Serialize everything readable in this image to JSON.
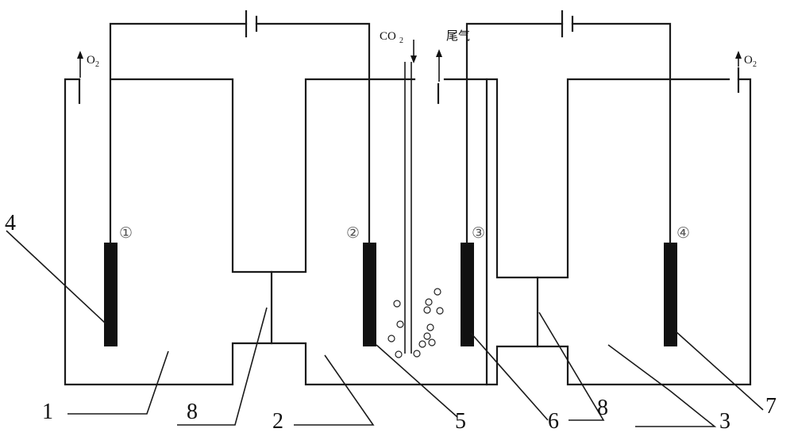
{
  "gas": {
    "o2_left_main": "O",
    "o2_left_sub": "2",
    "o2_right_main": "O",
    "o2_right_sub": "2",
    "co2_main": "CO",
    "co2_sub": "2",
    "tail_gas": "尾气"
  },
  "electrodes": {
    "e1": "①",
    "e2": "②",
    "e3": "③",
    "e4": "④"
  },
  "callouts": {
    "n1": "1",
    "n2": "2",
    "n3": "3",
    "n4": "4",
    "n5": "5",
    "n6": "6",
    "n7": "7",
    "n8a": "8",
    "n8b": "8"
  }
}
